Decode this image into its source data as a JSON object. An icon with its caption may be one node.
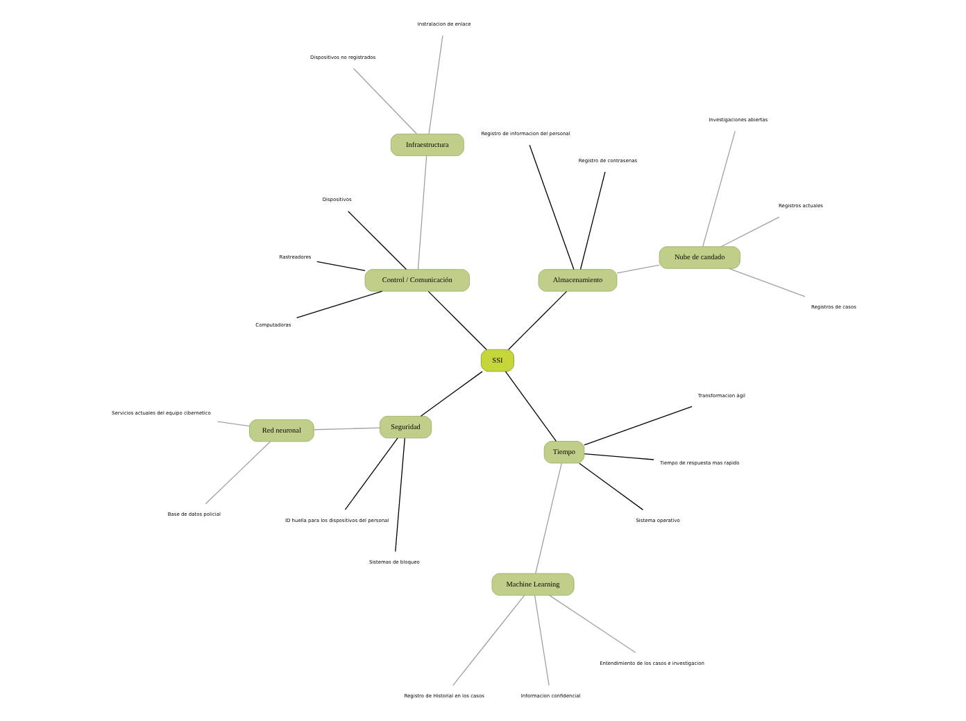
{
  "diagram": {
    "nodes": [
      {
        "text": [
          "SSI"
        ]
      },
      {
        "text": [
          "Almacenamiento"
        ]
      },
      {
        "text": [
          "Nube de candado"
        ]
      },
      {
        "text": [
          "Registros de casos"
        ]
      },
      {
        "text": [
          "Registros actuales"
        ]
      },
      {
        "text": [
          "Investigaciones abiertas"
        ]
      },
      {
        "text": [
          "Registro de contrasenas"
        ]
      },
      {
        "text": [
          "Registro de informacion del personal"
        ]
      },
      {
        "text": [
          "Control / Comunicación"
        ]
      },
      {
        "text": [
          "Infraestructura"
        ]
      },
      {
        "text": [
          "Instralacion de enlace"
        ]
      },
      {
        "text": [
          "Dispositivos no registrados"
        ]
      },
      {
        "text": [
          "Dispositivos"
        ]
      },
      {
        "text": [
          "Rastreadores"
        ]
      },
      {
        "text": [
          "Computadoras"
        ]
      },
      {
        "text": [
          "Seguridad"
        ]
      },
      {
        "text": [
          "Red neuronal"
        ]
      },
      {
        "text": [
          "Servicios actuales del equipo cibernetico"
        ]
      },
      {
        "text": [
          "Base de datos policial"
        ]
      },
      {
        "text": [
          "ID huella para los dispositivos del personal"
        ]
      },
      {
        "text": [
          "Sistemas de bloqueo"
        ]
      },
      {
        "text": [
          "Tiempo"
        ]
      },
      {
        "text": [
          "Machine Learning"
        ]
      },
      {
        "text": [
          "Registro de Historial en los casos"
        ]
      },
      {
        "text": [
          "Informacion confidencial"
        ]
      },
      {
        "text": [
          "Entendimiento de los casos e investigacion"
        ]
      },
      {
        "text": [
          "Sistema operativo"
        ]
      },
      {
        "text": [
          "Tiempo de respuesta mas rapido"
        ]
      },
      {
        "text": [
          "Transformacion ágil"
        ]
      }
    ],
    "edges": [
      {
        "from": 0,
        "to": 1,
        "arrow": "none"
      },
      {
        "from": 1,
        "to": 2,
        "arrow": "none",
        "color": "#a0a0a0"
      },
      {
        "from": 2,
        "to": 3,
        "arrow": "none",
        "color": "#a0a0a0"
      },
      {
        "from": 2,
        "to": 4,
        "arrow": "none",
        "color": "#a0a0a0"
      },
      {
        "from": 2,
        "to": 5,
        "arrow": "none",
        "color": "#a0a0a0"
      },
      {
        "from": 1,
        "to": 6,
        "arrow": "none"
      },
      {
        "from": 1,
        "to": 7,
        "arrow": "none"
      },
      {
        "from": 0,
        "to": 8,
        "arrow": "none"
      },
      {
        "from": 8,
        "to": 9,
        "arrow": "none",
        "color": "#a0a0a0"
      },
      {
        "from": 9,
        "to": 10,
        "arrow": "none",
        "color": "#a0a0a0"
      },
      {
        "from": 9,
        "to": 11,
        "arrow": "none",
        "color": "#a0a0a0"
      },
      {
        "from": 8,
        "to": 12,
        "arrow": "none"
      },
      {
        "from": 8,
        "to": 13,
        "arrow": "none"
      },
      {
        "from": 8,
        "to": 14,
        "arrow": "none"
      },
      {
        "from": 0,
        "to": 15,
        "arrow": "none"
      },
      {
        "from": 15,
        "to": 16,
        "arrow": "none",
        "color": "#a0a0a0"
      },
      {
        "from": 16,
        "to": 17,
        "arrow": "none",
        "color": "#a0a0a0"
      },
      {
        "from": 16,
        "to": 18,
        "arrow": "none",
        "color": "#a0a0a0"
      },
      {
        "from": 15,
        "to": 19,
        "arrow": "none"
      },
      {
        "from": 15,
        "to": 20,
        "arrow": "none"
      },
      {
        "from": 0,
        "to": 21,
        "arrow": "none"
      },
      {
        "from": 21,
        "to": 22,
        "arrow": "none",
        "color": "#a0a0a0"
      },
      {
        "from": 22,
        "to": 23,
        "arrow": "none",
        "color": "#a0a0a0"
      },
      {
        "from": 22,
        "to": 24,
        "arrow": "none",
        "color": "#a0a0a0"
      },
      {
        "from": 22,
        "to": 25,
        "arrow": "none",
        "color": "#a0a0a0"
      },
      {
        "from": 21,
        "to": 26,
        "arrow": "none"
      },
      {
        "from": 21,
        "to": 27,
        "arrow": "none"
      },
      {
        "from": 21,
        "to": 28,
        "arrow": "none"
      }
    ]
  }
}
